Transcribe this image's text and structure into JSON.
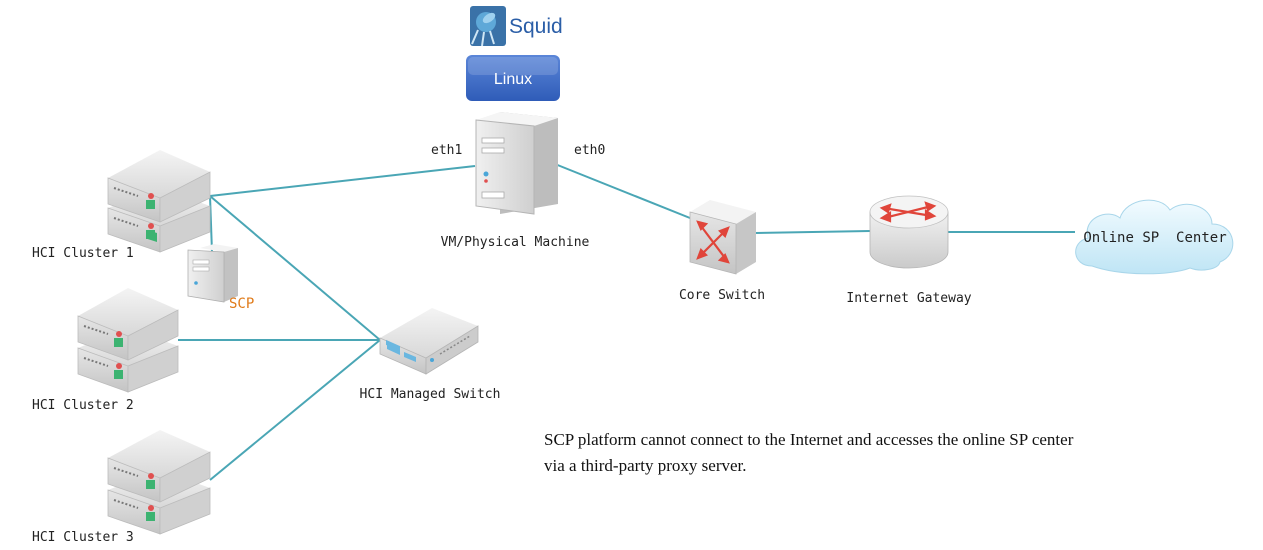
{
  "software": {
    "proxy_name": "Squid",
    "os_label": "Linux"
  },
  "nodes": {
    "hci_cluster_1": "HCI Cluster 1",
    "hci_cluster_2": "HCI Cluster 2",
    "hci_cluster_3": "HCI Cluster 3",
    "scp": "SCP",
    "managed_switch": "HCI Managed Switch",
    "vm_machine": "VM/Physical Machine",
    "core_switch": "Core Switch",
    "internet_gateway": "Internet Gateway",
    "online_sp_center": "Online SP  Center"
  },
  "interfaces": {
    "eth1": "eth1",
    "eth0": "eth0"
  },
  "caption": {
    "line1": "SCP platform cannot connect to the Internet and accesses the online SP center",
    "line2": "via a third-party proxy server."
  },
  "colors": {
    "link": "#4aa6b5",
    "scp_label": "#e07b1a",
    "linux_badge": "#3d6bc4"
  }
}
